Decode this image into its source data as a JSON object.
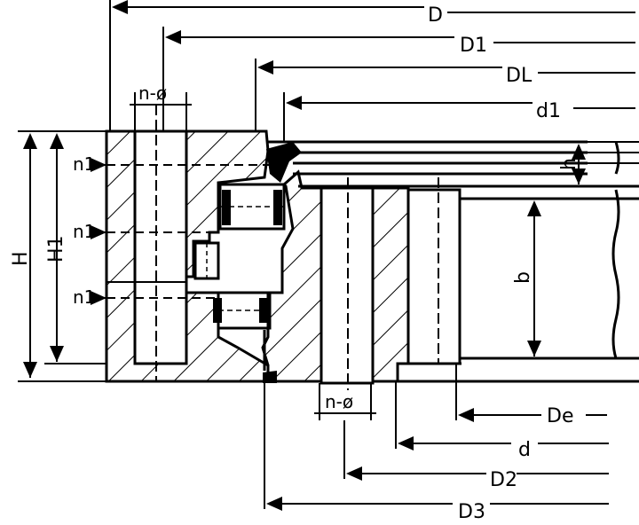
{
  "diagram": {
    "dimensions": {
      "D": "D",
      "D1": "D1",
      "DL": "DL",
      "d1": "d1",
      "h": "h",
      "b": "b",
      "De": "De",
      "d": "d",
      "D2": "D2",
      "D3": "D3",
      "H": "H",
      "H1": "H1",
      "n1": "n1",
      "n_phi": "n-ø"
    }
  }
}
